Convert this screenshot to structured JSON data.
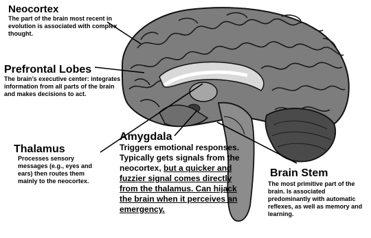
{
  "labels": {
    "neocortex": {
      "title": "Neocortex",
      "desc": "The part of the brain most recent in evolution is associated with complex thought."
    },
    "prefrontal": {
      "title": "Prefrontal Lobes",
      "desc": "The brain’s executive center: integrates information from all parts of the brain and makes decisions to act."
    },
    "thalamus": {
      "title": "Thalamus",
      "desc": "Processes sensory messages (e.g., eyes and ears) then routes them mainly to the neocortex."
    },
    "amygdala": {
      "title": "Amygdala",
      "desc_plain": "Triggers emotional responses.  Typically gets signals from the neocortex, ",
      "desc_underlined": "but a quicker and fuzzier signal comes directly from the thalamus. Can hijack the brain when it perceives an emergency."
    },
    "brainstem": {
      "title": "Brain Stem",
      "desc": "The most primitive part of the brain. Is associated predominantly with automatic reflexes, as well as memory and learning."
    }
  }
}
